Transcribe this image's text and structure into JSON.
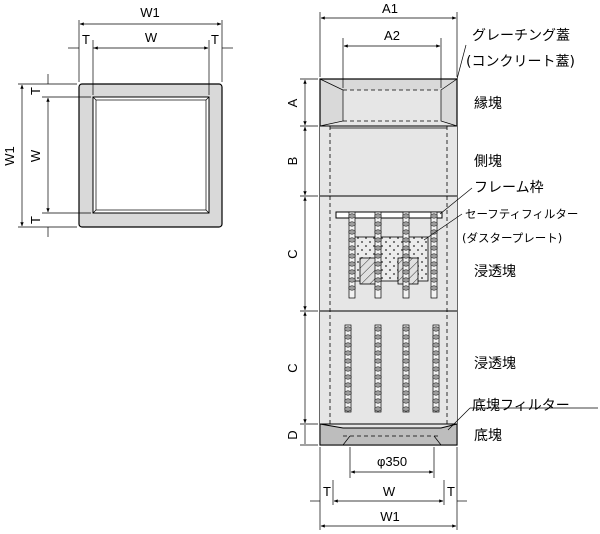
{
  "plan_view": {
    "dim_outer_top": "W1",
    "dim_inner_top": "W",
    "dim_left_t": "T",
    "dim_right_t": "T",
    "dim_outer_side": "W1",
    "dim_inner_side": "W",
    "dim_side_t_top": "T",
    "dim_side_t_bottom": "T"
  },
  "section_view": {
    "dim_a1": "A1",
    "dim_a2": "A2",
    "dim_a": "A",
    "dim_b": "B",
    "dim_c_upper": "C",
    "dim_c_lower": "C",
    "dim_d": "D",
    "dim_phi": "φ350",
    "dim_bottom_t_left": "T",
    "dim_bottom_w": "W",
    "dim_bottom_t_right": "T",
    "dim_bottom_w1": "W1"
  },
  "labels": {
    "grating_cover": "グレーチング蓋",
    "concrete_cover": "(コンクリート蓋)",
    "edge_block": "縁塊",
    "side_block": "側塊",
    "frame": "フレーム枠",
    "safety_filter": "セーフティフィルター",
    "dust_plate": "(ダスタープレート)",
    "infiltration_block_upper": "浸透塊",
    "infiltration_block_lower": "浸透塊",
    "bottom_filter": "底塊フィルター",
    "bottom_block": "底塊"
  },
  "colors": {
    "concrete": "#d9d9d9",
    "concrete_dark": "#bdbdbd",
    "line": "#000000"
  }
}
